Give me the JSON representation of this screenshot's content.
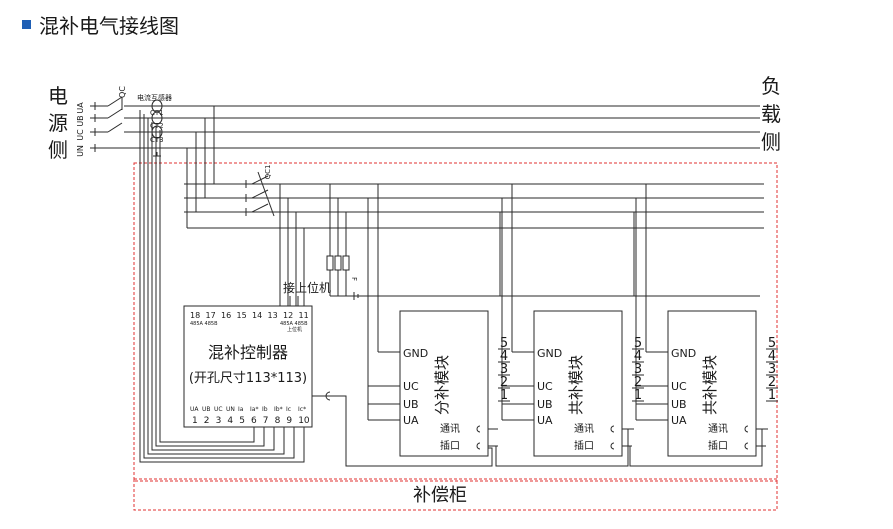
{
  "header": {
    "title": "混补电气接线图",
    "accent": "#1f5fb5"
  },
  "left_side": {
    "chars": [
      "电",
      "源",
      "侧"
    ]
  },
  "right_side": {
    "chars": [
      "负",
      "载",
      "侧"
    ]
  },
  "phases": [
    "UA",
    "UB",
    "UC",
    "UN"
  ],
  "breaker_label": "QC",
  "ct": {
    "title": "电流互感器",
    "labels": [
      "CT1",
      "CT2",
      "CT3"
    ]
  },
  "qc1_label": "QC1",
  "fuse_label": "F",
  "upper_link_label": "接上位机",
  "controller": {
    "title": "混补控制器",
    "subtitle": "(开孔尺寸113*113)",
    "top_terminals": [
      "18",
      "17",
      "16",
      "15",
      "14",
      "13",
      "12",
      "11"
    ],
    "top_left_note": "485A 485B",
    "top_right_note": "485A 485B",
    "top_right_note2": "上位机",
    "bottom_signals": [
      "UA",
      "UB",
      "UC",
      "UN",
      "Ia",
      "Ia*",
      "Ib",
      "Ib*",
      "Ic",
      "Ic*"
    ],
    "bottom_numbers": [
      "1",
      "2",
      "3",
      "4",
      "5",
      "6",
      "7",
      "8",
      "9",
      "10"
    ]
  },
  "modules": [
    {
      "name": "分补模块",
      "gnd": "GND",
      "uc": "UC",
      "ub": "UB",
      "ua": "UA",
      "comm": "通讯",
      "port": "插口",
      "pins": [
        "5",
        "4",
        "3",
        "2",
        "1"
      ]
    },
    {
      "name": "共补模块",
      "gnd": "GND",
      "uc": "UC",
      "ub": "UB",
      "ua": "UA",
      "comm": "通讯",
      "port": "插口",
      "pins": [
        "5",
        "4",
        "3",
        "2",
        "1"
      ]
    },
    {
      "name": "共补模块",
      "gnd": "GND",
      "uc": "UC",
      "ub": "UB",
      "ua": "UA",
      "comm": "通讯",
      "port": "插口",
      "pins": [
        "5",
        "4",
        "3",
        "2",
        "1"
      ]
    }
  ],
  "cabinet_label": "补偿柜",
  "colors": {
    "line": "#2a2a2a",
    "dash": "#e03030"
  }
}
